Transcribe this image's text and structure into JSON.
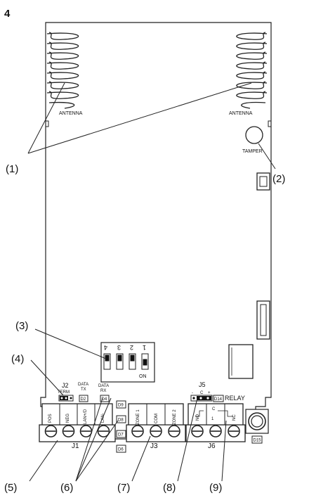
{
  "figure_number": "4",
  "callouts": [
    "(1)",
    "(2)",
    "(3)",
    "(4)",
    "(5)",
    "(6)",
    "(7)",
    "(8)",
    "(9)"
  ],
  "labels": {
    "antenna": "ANTENNA",
    "tamper": "TAMPER",
    "j2": "J2",
    "term": "TERM",
    "data_tx": "DATA",
    "tx": "TX",
    "data_rx": "DATA",
    "rx": "RX",
    "j1": "J1",
    "j3": "J3",
    "j5": "J5",
    "j6": "J6",
    "relay": "RELAY",
    "on": "ON",
    "j5_minus": "-",
    "j5_c": "C",
    "j5_plus": "+",
    "relay_c": "C",
    "relay_1": "1"
  },
  "dip_switches": [
    "4",
    "3",
    "2",
    "1"
  ],
  "j1_terminals": [
    "POS",
    "NEG",
    "LAN+/D",
    "LAN-"
  ],
  "j3_terminals": [
    "ZONE 1",
    "COM",
    "ZONE 2"
  ],
  "j6_terminals": [
    "NO",
    "C",
    "NC"
  ],
  "leds": [
    "D2",
    "D4",
    "D9",
    "D8",
    "D7",
    "D6",
    "D14",
    "D15"
  ]
}
